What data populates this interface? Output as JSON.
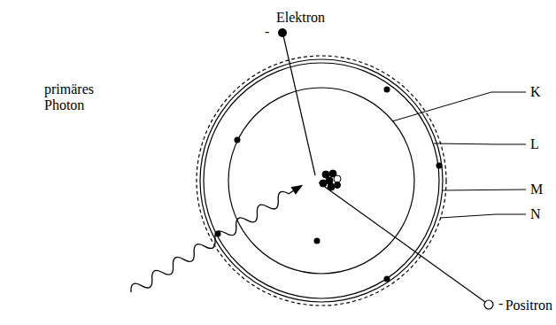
{
  "diagram": {
    "labels": [
      "Elektron",
      "primäres Photon",
      "K",
      "L",
      "M",
      "N",
      "Positron",
      "-",
      "-"
    ]
  }
}
